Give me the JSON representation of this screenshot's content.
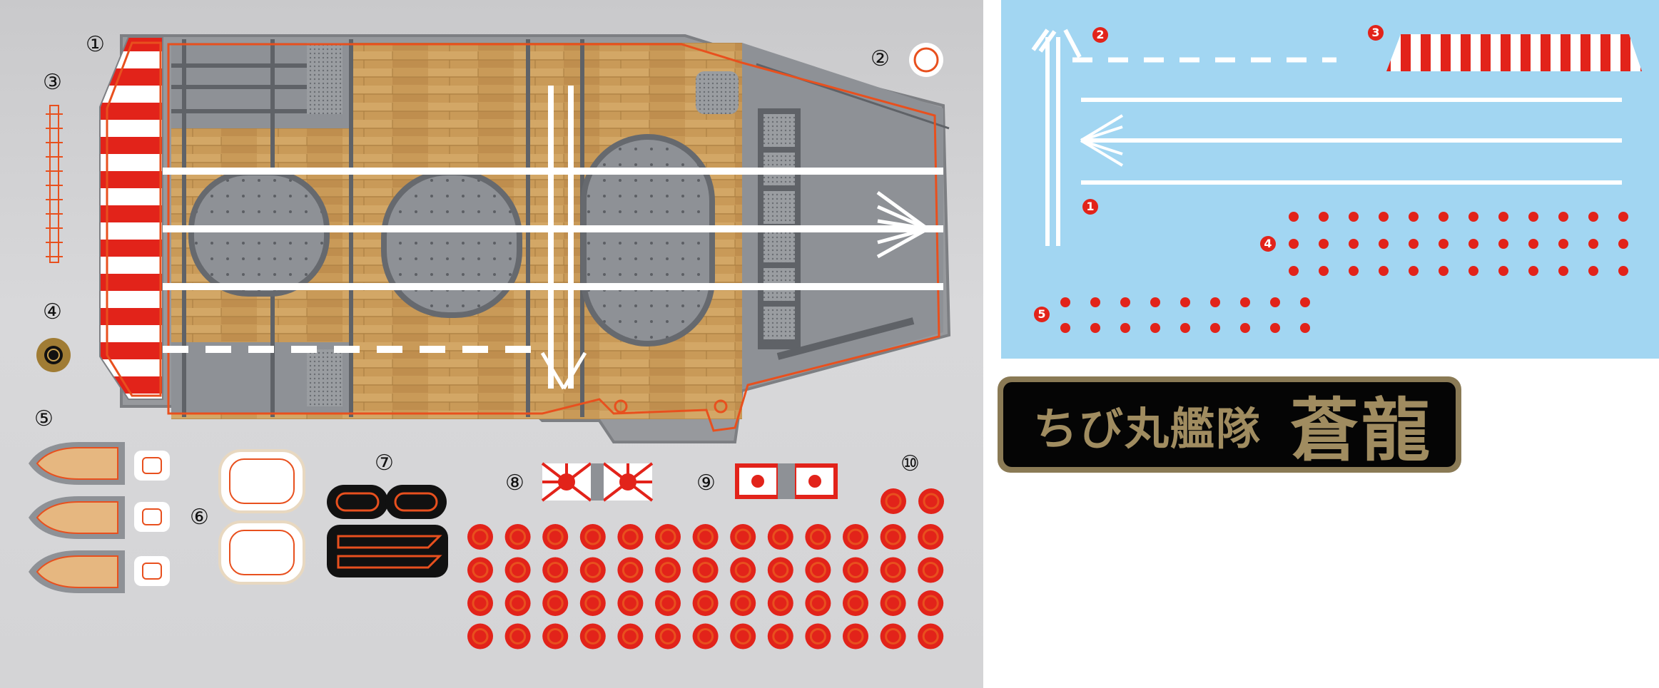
{
  "sheet": {
    "labels": {
      "n1": "①",
      "n2": "②",
      "n3": "③",
      "n4": "④",
      "n5": "⑤",
      "n6": "⑥",
      "n7": "⑦",
      "n8": "⑧",
      "n9": "⑨",
      "n10": "⑩"
    }
  },
  "water": {
    "labels": {
      "n1": "1",
      "n2": "2",
      "n3": "3",
      "n4": "4",
      "n5": "5"
    }
  },
  "nameplate": {
    "subtitle": "ちび丸艦隊",
    "title": "蒼龍"
  },
  "colors": {
    "red": "#e2231a",
    "orange": "#e8501e",
    "deck_wood": "#c89a58",
    "steel_gray": "#8e9196",
    "water_blue": "#a2d6f2",
    "gold": "#a08c60"
  },
  "counts": {
    "red_dot_rows": 4,
    "red_dot_cols": 13
  }
}
